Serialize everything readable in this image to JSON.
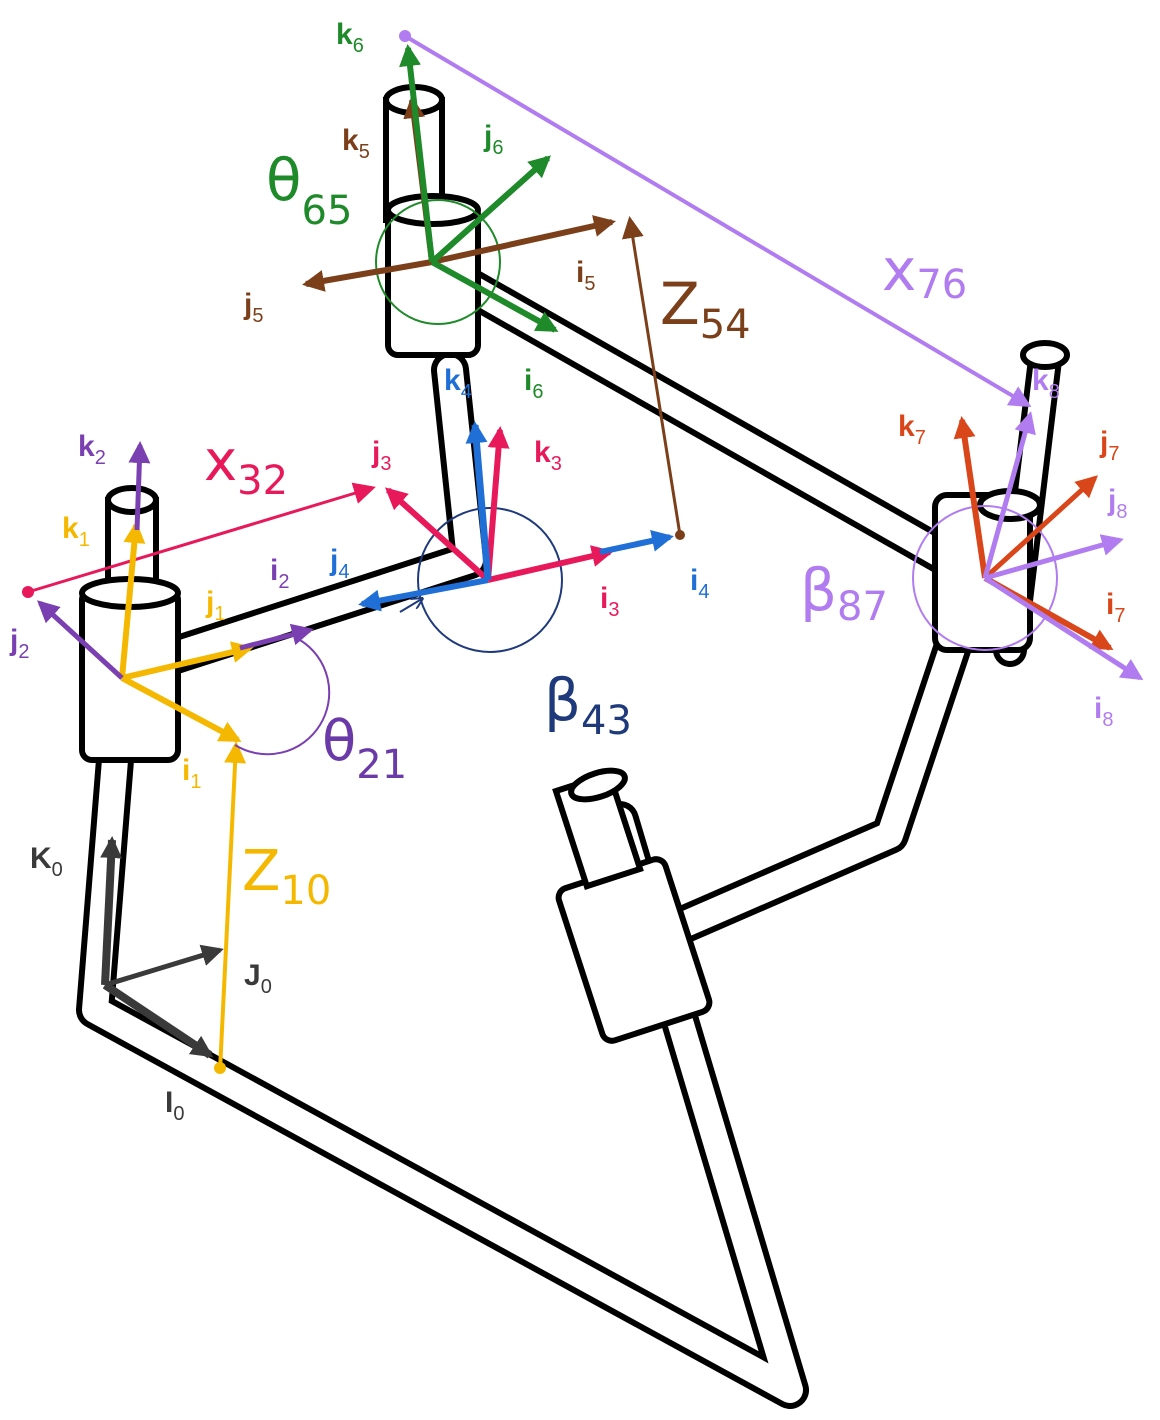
{
  "colors": {
    "frame0": "#3a3a3a",
    "frame1": "#f5b800",
    "frame2": "#7a3fb0",
    "frame3": "#e8195a",
    "frame4": "#1f6fd6",
    "frame5": "#7b3f1a",
    "frame6": "#1e8a2a",
    "frame7": "#d9461a",
    "frame8": "#b07cf0",
    "beta43": "#1f3a7a",
    "theta21": "#6a3aa8",
    "theta65": "#1e8a2a",
    "x76": "#b07cf0"
  },
  "frames": {
    "f0": {
      "i": "I",
      "i_sub": "0",
      "j": "J",
      "j_sub": "0",
      "k": "K",
      "k_sub": "0"
    },
    "f1": {
      "i": "i",
      "i_sub": "1",
      "j": "j",
      "j_sub": "1",
      "k": "k",
      "k_sub": "1"
    },
    "f2": {
      "i": "i",
      "i_sub": "2",
      "j": "j",
      "j_sub": "2",
      "k": "k",
      "k_sub": "2"
    },
    "f3": {
      "i": "i",
      "i_sub": "3",
      "j": "j",
      "j_sub": "3",
      "k": "k",
      "k_sub": "3"
    },
    "f4": {
      "i": "i",
      "i_sub": "4",
      "j": "j",
      "j_sub": "4",
      "k": "k",
      "k_sub": "4"
    },
    "f5": {
      "i": "i",
      "i_sub": "5",
      "j": "j",
      "j_sub": "5",
      "k": "k",
      "k_sub": "5"
    },
    "f6": {
      "i": "i",
      "i_sub": "6",
      "j": "j",
      "j_sub": "6",
      "k": "k",
      "k_sub": "6"
    },
    "f7": {
      "i": "i",
      "i_sub": "7",
      "j": "j",
      "j_sub": "7",
      "k": "k",
      "k_sub": "7"
    },
    "f8": {
      "i": "i",
      "i_sub": "8",
      "j": "j",
      "j_sub": "8",
      "k": "k",
      "k_sub": "8"
    }
  },
  "parameters": {
    "z10": {
      "symbol": "Z",
      "sub": "10"
    },
    "theta21": {
      "symbol": "θ",
      "sub": "21"
    },
    "x32": {
      "symbol": "x",
      "sub": "32"
    },
    "beta43": {
      "symbol": "β",
      "sub": "43"
    },
    "z54": {
      "symbol": "Z",
      "sub": "54"
    },
    "theta65": {
      "symbol": "θ",
      "sub": "65"
    },
    "x76": {
      "symbol": "x",
      "sub": "76"
    },
    "beta87": {
      "symbol": "β",
      "sub": "87"
    }
  }
}
